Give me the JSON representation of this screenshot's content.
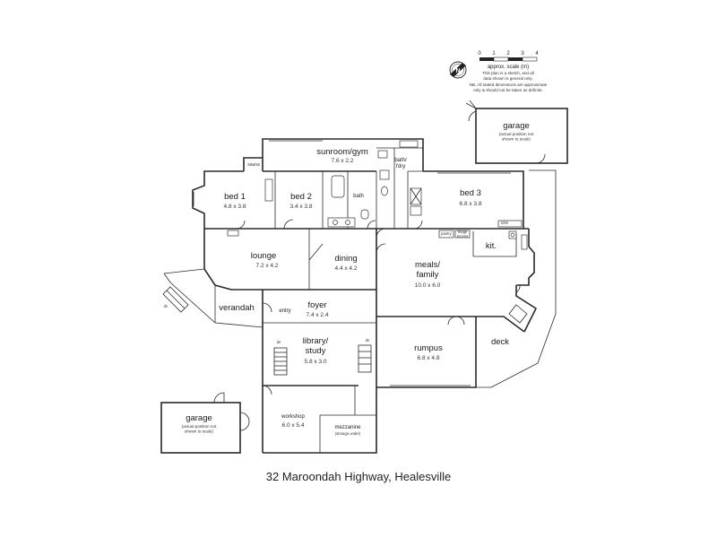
{
  "address": "32 Maroondah Highway, Healesville",
  "scale": {
    "ticks": [
      "0",
      "1",
      "2",
      "3",
      "4"
    ],
    "label": "approx. scale (m)",
    "note1": [
      "This plan is a sketch, and all",
      "data shown is general only."
    ],
    "note2": [
      "NB. All stated dimensions are approximate",
      "only & should not be taken as definite."
    ]
  },
  "compass": {
    "label": "N"
  },
  "rooms": {
    "sunroom": {
      "name": "sunroom/gym",
      "dim": "7.6 x 2.2"
    },
    "sauna": {
      "name": "sauna"
    },
    "bed1": {
      "name": "bed 1",
      "dim": "4.8 x 3.8"
    },
    "bed2": {
      "name": "bed 2",
      "dim": "3.4 x 3.8"
    },
    "bath": {
      "name": "bath"
    },
    "bathldry": {
      "name": "bath/\nl'dry"
    },
    "bed3": {
      "name": "bed 3",
      "dim": "6.8 x 3.8"
    },
    "lounge": {
      "name": "lounge",
      "dim": "7.2 x 4.2"
    },
    "dining": {
      "name": "dining",
      "dim": "4.4 x 4.2"
    },
    "kit": {
      "name": "kit."
    },
    "meals": {
      "name": "meals/\nfamily",
      "dim": "10.0 x 6.0"
    },
    "foyer": {
      "name": "foyer",
      "dim": "7.4 x 2.4"
    },
    "entry": {
      "name": "entry"
    },
    "verandah": {
      "name": "verandah"
    },
    "library": {
      "name": "library/\nstudy",
      "dim": "5.8 x 3.0"
    },
    "rumpus": {
      "name": "rumpus",
      "dim": "6.8 x 4.8"
    },
    "deck": {
      "name": "deck"
    },
    "workshop": {
      "name": "workshop",
      "dim": "6.0 x 5.4"
    },
    "mezzanine": {
      "name": "mezzanine",
      "sub": "(storage under)"
    }
  },
  "fixtures": {
    "pantry": "pantry",
    "fridge": "fridge\nrecess",
    "dw": "D/W",
    "dn1": "dn",
    "dn2": "dn",
    "dn3": "dn"
  },
  "garages": {
    "top": {
      "name": "garage",
      "note": "(actual position not\nshown to scale)"
    },
    "bottom": {
      "name": "garage",
      "note": "(actual position not\nshown to scale)"
    }
  }
}
